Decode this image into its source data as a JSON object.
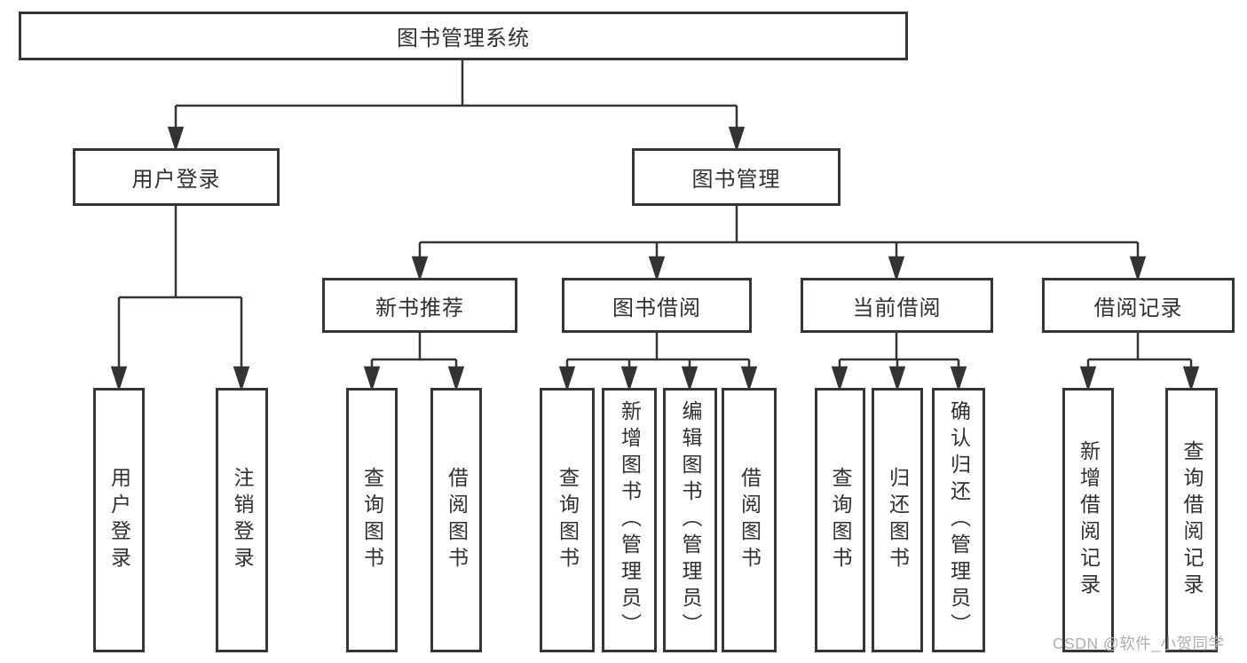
{
  "tree": {
    "root": {
      "label": "图书管理系统"
    },
    "children": [
      {
        "label": "用户登录",
        "children": [
          {
            "label": "用户登录"
          },
          {
            "label": "注销登录"
          }
        ]
      },
      {
        "label": "图书管理",
        "children": [
          {
            "label": "新书推荐",
            "children": [
              {
                "label": "查询图书"
              },
              {
                "label": "借阅图书"
              }
            ]
          },
          {
            "label": "图书借阅",
            "children": [
              {
                "label": "查询图书"
              },
              {
                "label": "新增图书（管理员）"
              },
              {
                "label": "编辑图书（管理员）"
              },
              {
                "label": "借阅图书"
              }
            ]
          },
          {
            "label": "当前借阅",
            "children": [
              {
                "label": "查询图书"
              },
              {
                "label": "归还图书"
              },
              {
                "label": "确认归还（管理员）"
              }
            ]
          },
          {
            "label": "借阅记录",
            "children": [
              {
                "label": "新增借阅记录"
              },
              {
                "label": "查询借阅记录"
              }
            ]
          }
        ]
      }
    ]
  },
  "watermark": {
    "text": "CSDN @软件_小贺同学"
  },
  "colors": {
    "line": "#333333",
    "border": "#363636",
    "text": "#303030",
    "watermark": "#abaeb5",
    "background": "#ffffff"
  }
}
